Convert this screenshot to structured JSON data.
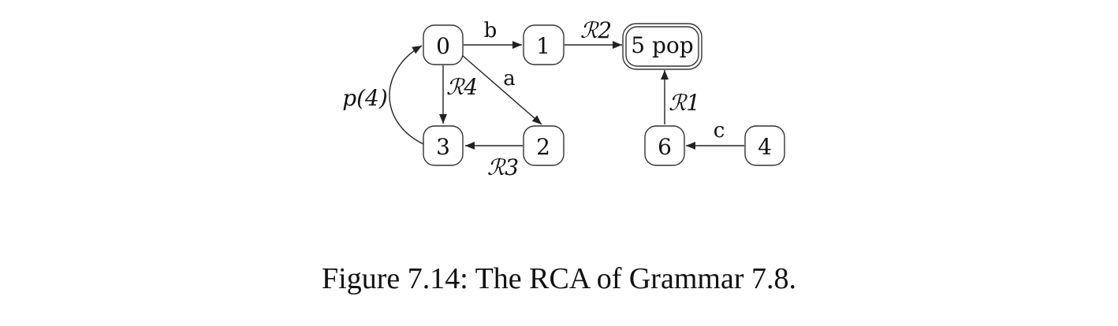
{
  "figure": {
    "caption": "Figure 7.14: The RCA of Grammar 7.8.",
    "nodes": [
      {
        "id": "0",
        "label": "0",
        "accepting": false
      },
      {
        "id": "1",
        "label": "1",
        "accepting": false
      },
      {
        "id": "2",
        "label": "2",
        "accepting": false
      },
      {
        "id": "3",
        "label": "3",
        "accepting": false
      },
      {
        "id": "4",
        "label": "4",
        "accepting": false
      },
      {
        "id": "5",
        "label": "5 pop",
        "accepting": true
      },
      {
        "id": "6",
        "label": "6",
        "accepting": false
      }
    ],
    "edges": [
      {
        "from": "0",
        "to": "1",
        "label": "b"
      },
      {
        "from": "0",
        "to": "2",
        "label": "a"
      },
      {
        "from": "0",
        "to": "3",
        "label": "ℛ4"
      },
      {
        "from": "2",
        "to": "3",
        "label": "ℛ3"
      },
      {
        "from": "3",
        "to": "0",
        "label": "p(4)"
      },
      {
        "from": "1",
        "to": "5",
        "label": "ℛ2"
      },
      {
        "from": "6",
        "to": "5",
        "label": "ℛ1"
      },
      {
        "from": "4",
        "to": "6",
        "label": "c"
      }
    ]
  }
}
